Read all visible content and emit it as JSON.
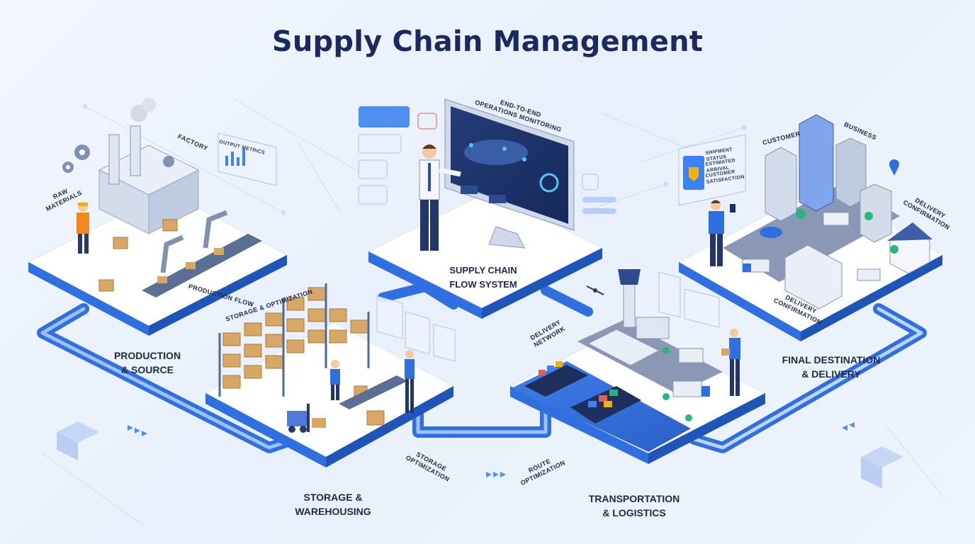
{
  "title": "Supply Chain Management",
  "stages": {
    "production": "PRODUCTION\n& SOURCE",
    "storage": "STORAGE &\nWAREHOUSING",
    "transport": "TRANSPORTATION\n& LOGISTICS",
    "destination": "FINAL DESTINATION\n& DELIVERY",
    "center": "SUPPLY CHAIN\nFLOW SYSTEM"
  },
  "tags": {
    "raw_materials": "RAW\nMATERIALS",
    "factory": "FACTORY",
    "output_metrics": "OUTPUT METRICS",
    "production_flow": "PRODUCTION FLOW",
    "monitoring": "END-TO-END\nOPERATIONS MONITORING",
    "storage_optimization_top": "STORAGE & OPTIMIZATION",
    "storage_optimization": "STORAGE\nOPTIMIZATION",
    "route_optimization": "ROUTE\nOPTIMIZATION",
    "delivery_network": "DELIVERY\nNETWORK",
    "customer": "CUSTOMER",
    "business": "BUSINESS",
    "delivery_confirmation": "DELIVERY\nCONFIRMATION",
    "delivery_confirmation_2": "DELIVERY\nCONFIRMATION",
    "shipment_status": "SHIPMENT STATUS",
    "estimated_arrival": "ESTIMATED ARRIVAL",
    "customer_satisfaction": "CUSTOMER\nSATISFACTION"
  },
  "colors": {
    "title": "#1b2a5e",
    "accent": "#2f6fe0",
    "platform_top": "#ffffff",
    "platform_side": "#2f6fe0",
    "path": "#3b82f6"
  }
}
